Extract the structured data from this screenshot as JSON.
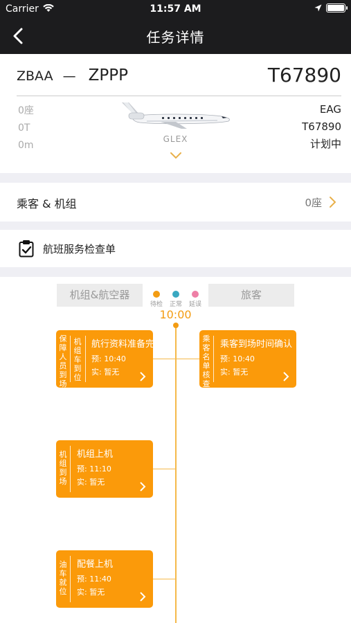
{
  "status_bar": {
    "carrier": "Carrier",
    "time": "11:57 AM"
  },
  "nav": {
    "title": "任务详情"
  },
  "flight": {
    "origin": "ZBAA",
    "separator": "—",
    "destination": "ZPPP",
    "number": "T67890",
    "seats": "0座",
    "weight": "0T",
    "distance": "0m",
    "operator": "EAG",
    "tail": "T67890",
    "status": "计划中",
    "model": "GLEX"
  },
  "passengers_row": {
    "label": "乘客 & 机组",
    "value": "0座"
  },
  "checklist_row": {
    "label": "航班服务检查单"
  },
  "timeline": {
    "tab_left": "机组&航空器",
    "tab_right": "旅客",
    "legend": [
      {
        "label": "待检",
        "color": "#f39c12"
      },
      {
        "label": "正常",
        "color": "#3aa8c1"
      },
      {
        "label": "延误",
        "color": "#ee7fa6"
      }
    ],
    "start_time": "10:00",
    "tasks": [
      {
        "cat1": "保障人员到场",
        "cat2": "机组车到位",
        "title": "航行资料准备完",
        "plan": "预: 10:40",
        "actual": "实: 暂无"
      },
      {
        "cat1": "乘客名单核查",
        "title": "乘客到场时间确认",
        "plan": "预: 10:40",
        "actual": "实: 暂无"
      },
      {
        "cat1": "机组到场",
        "title": "机组上机",
        "plan": "预: 11:10",
        "actual": "实: 暂无"
      },
      {
        "cat1": "油车就位",
        "title": "配餐上机",
        "plan": "预: 11:40",
        "actual": "实: 暂无"
      }
    ]
  }
}
